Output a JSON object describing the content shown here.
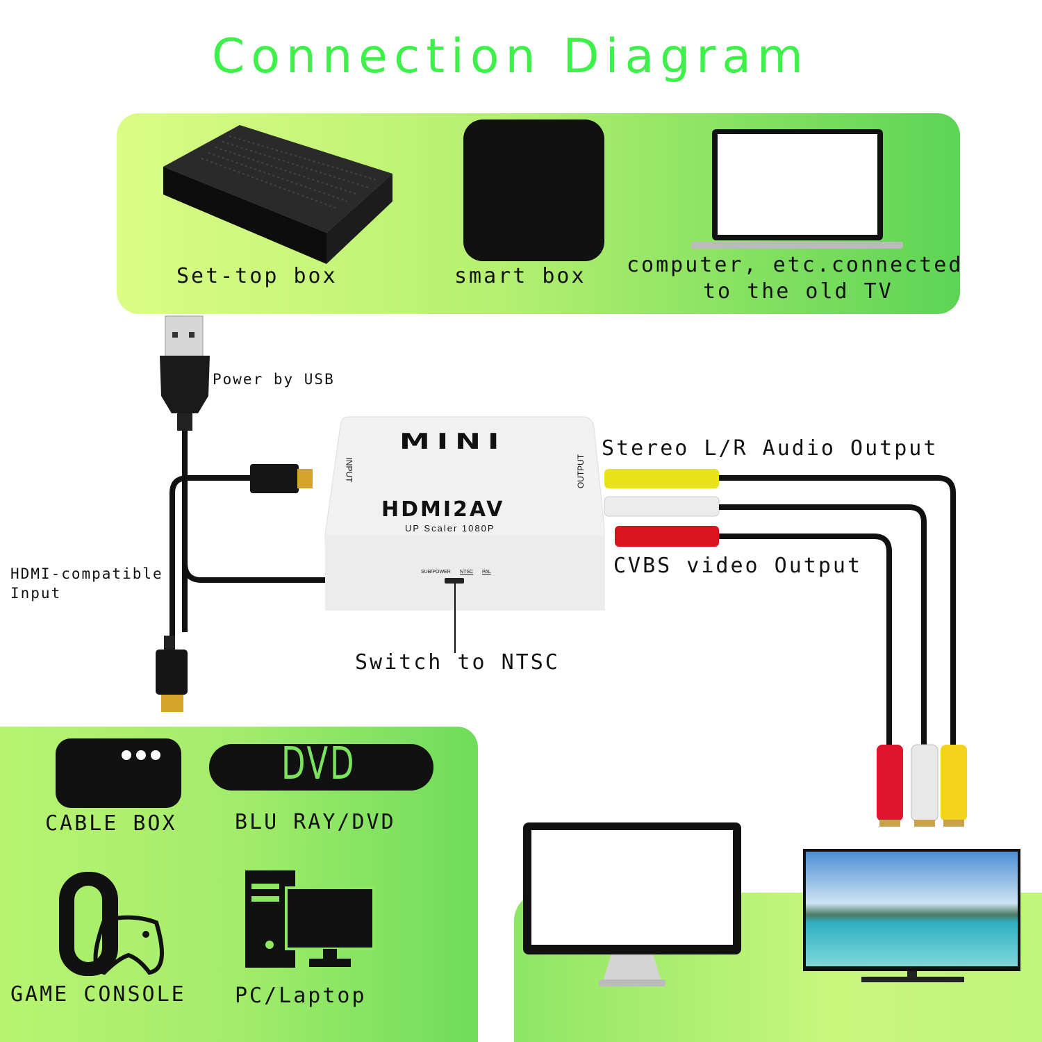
{
  "title": "Connection Diagram",
  "sources_top": [
    {
      "label": "Set-top box"
    },
    {
      "label": "smart box"
    },
    {
      "label_line1": "computer, etc.connected",
      "label_line2": "to the old TV"
    }
  ],
  "annotations": {
    "power": "Power by USB",
    "hdmi_input_line1": "HDMI-compatible",
    "hdmi_input_line2": "Input",
    "audio_output": "Stereo L/R Audio Output",
    "video_output": "CVBS video Output",
    "switch": "Switch to NTSC"
  },
  "converter": {
    "brand": "MINI",
    "model": "HDMI2AV",
    "subtitle": "UP Scaler 1080P",
    "input_label": "INPUT",
    "output_label": "OUTPUT",
    "switch_labels": [
      "SUB/POWER",
      "NTSC",
      "PAL"
    ]
  },
  "sources_bottom": [
    {
      "label": "CABLE BOX"
    },
    {
      "label": "BLU RAY/DVD",
      "logo_text": "DVD"
    },
    {
      "label": "GAME CONSOLE"
    },
    {
      "label": "PC/Laptop"
    }
  ],
  "colors": {
    "title": "#3df04a",
    "panel_light": "#dafd84",
    "panel_dark": "#5dd455",
    "rca_yellow": "#f2d21a",
    "rca_white": "#e8e8e8",
    "rca_red": "#e0152d"
  }
}
